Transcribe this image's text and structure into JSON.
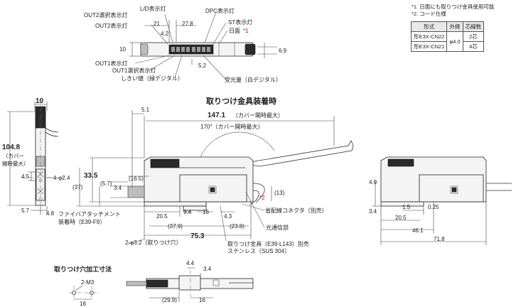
{
  "notes": [
    "*1. 日面にも取りつけ金具使用可能",
    "*2. コード仕様"
  ],
  "table": {
    "headers": [
      "形式",
      "外経",
      "芯線数"
    ],
    "outer_diameter": "φ4.0",
    "rows": [
      {
        "model": "形E3X-CN22",
        "cores": "2芯"
      },
      {
        "model": "形E3X-CN21",
        "cores": "4芯"
      }
    ]
  },
  "top_view": {
    "labels": {
      "out2_select": "OUT2選択表示灯",
      "ld_indicator": "L/D表示灯",
      "dpc_indicator": "DPC表示灯",
      "out2_indicator": "OUT2表示灯",
      "st_indicator": "ST表示灯",
      "day_face": "日面",
      "day_face_note": "*1",
      "out1_indicator": "OUT1表示灯",
      "out1_select": "OUT1選択表示灯",
      "threshold": "しきい値（緑デジタル）",
      "received": "受光量（白デジタル）"
    },
    "dims": {
      "d21": "21",
      "d278": "27.8",
      "d42": "4.2",
      "d10": "10",
      "d69": "6.9",
      "d52": "5.2"
    }
  },
  "mount_view": {
    "title": "取りつけ金具装着時",
    "labels": {
      "d1471": "147.1",
      "d1471_note": "（カバー開時最大）",
      "angle": "170°（カバー開時最大）",
      "d51": "5.1",
      "d335": "33.5",
      "d165": "(16.5)",
      "d37": "(37)",
      "d57": "(5.7)",
      "d34": "3.4",
      "fiber_note_1": "ファイバアタッチメント",
      "fiber_note_2": "装着時（E39-F9）",
      "d205": "20.5",
      "d94": "9.4",
      "d16": "16",
      "d43": "4.3",
      "d379": "(37.9)",
      "d238": "(23.8)",
      "d753": "75.3",
      "d13": "(13)",
      "note2": "*2",
      "connector": "省配線コネクタ（別売）",
      "signal": "光通信部",
      "holes": "2-φ3.2（取りつけ穴）",
      "bracket_1": "取りつけ金具（E39-L143）別売",
      "bracket_2": "ステンレス（SUS 304）"
    }
  },
  "side_view": {
    "labels": {
      "d10": "10",
      "d1048": "104.8",
      "cover_1": "（カバー",
      "cover_2": "開時最大）",
      "d45": "4.5",
      "hole": "4-φ2.4",
      "d57": "5.7",
      "d48": "4.8"
    }
  },
  "right_view": {
    "labels": {
      "d49": "4.9",
      "d34": "3.4",
      "d15": "1.5",
      "d025": "0.25",
      "d205": "20.5",
      "d461": "46.1",
      "d718": "71.8"
    }
  },
  "hole_view": {
    "title": "取りつけ穴加工寸法",
    "labels": {
      "m3": "2-M3",
      "d16": "16"
    }
  },
  "bottom_view": {
    "labels": {
      "d44": "4.4",
      "d34": "3.4",
      "d299": "(29.9)",
      "d16": "16"
    }
  }
}
